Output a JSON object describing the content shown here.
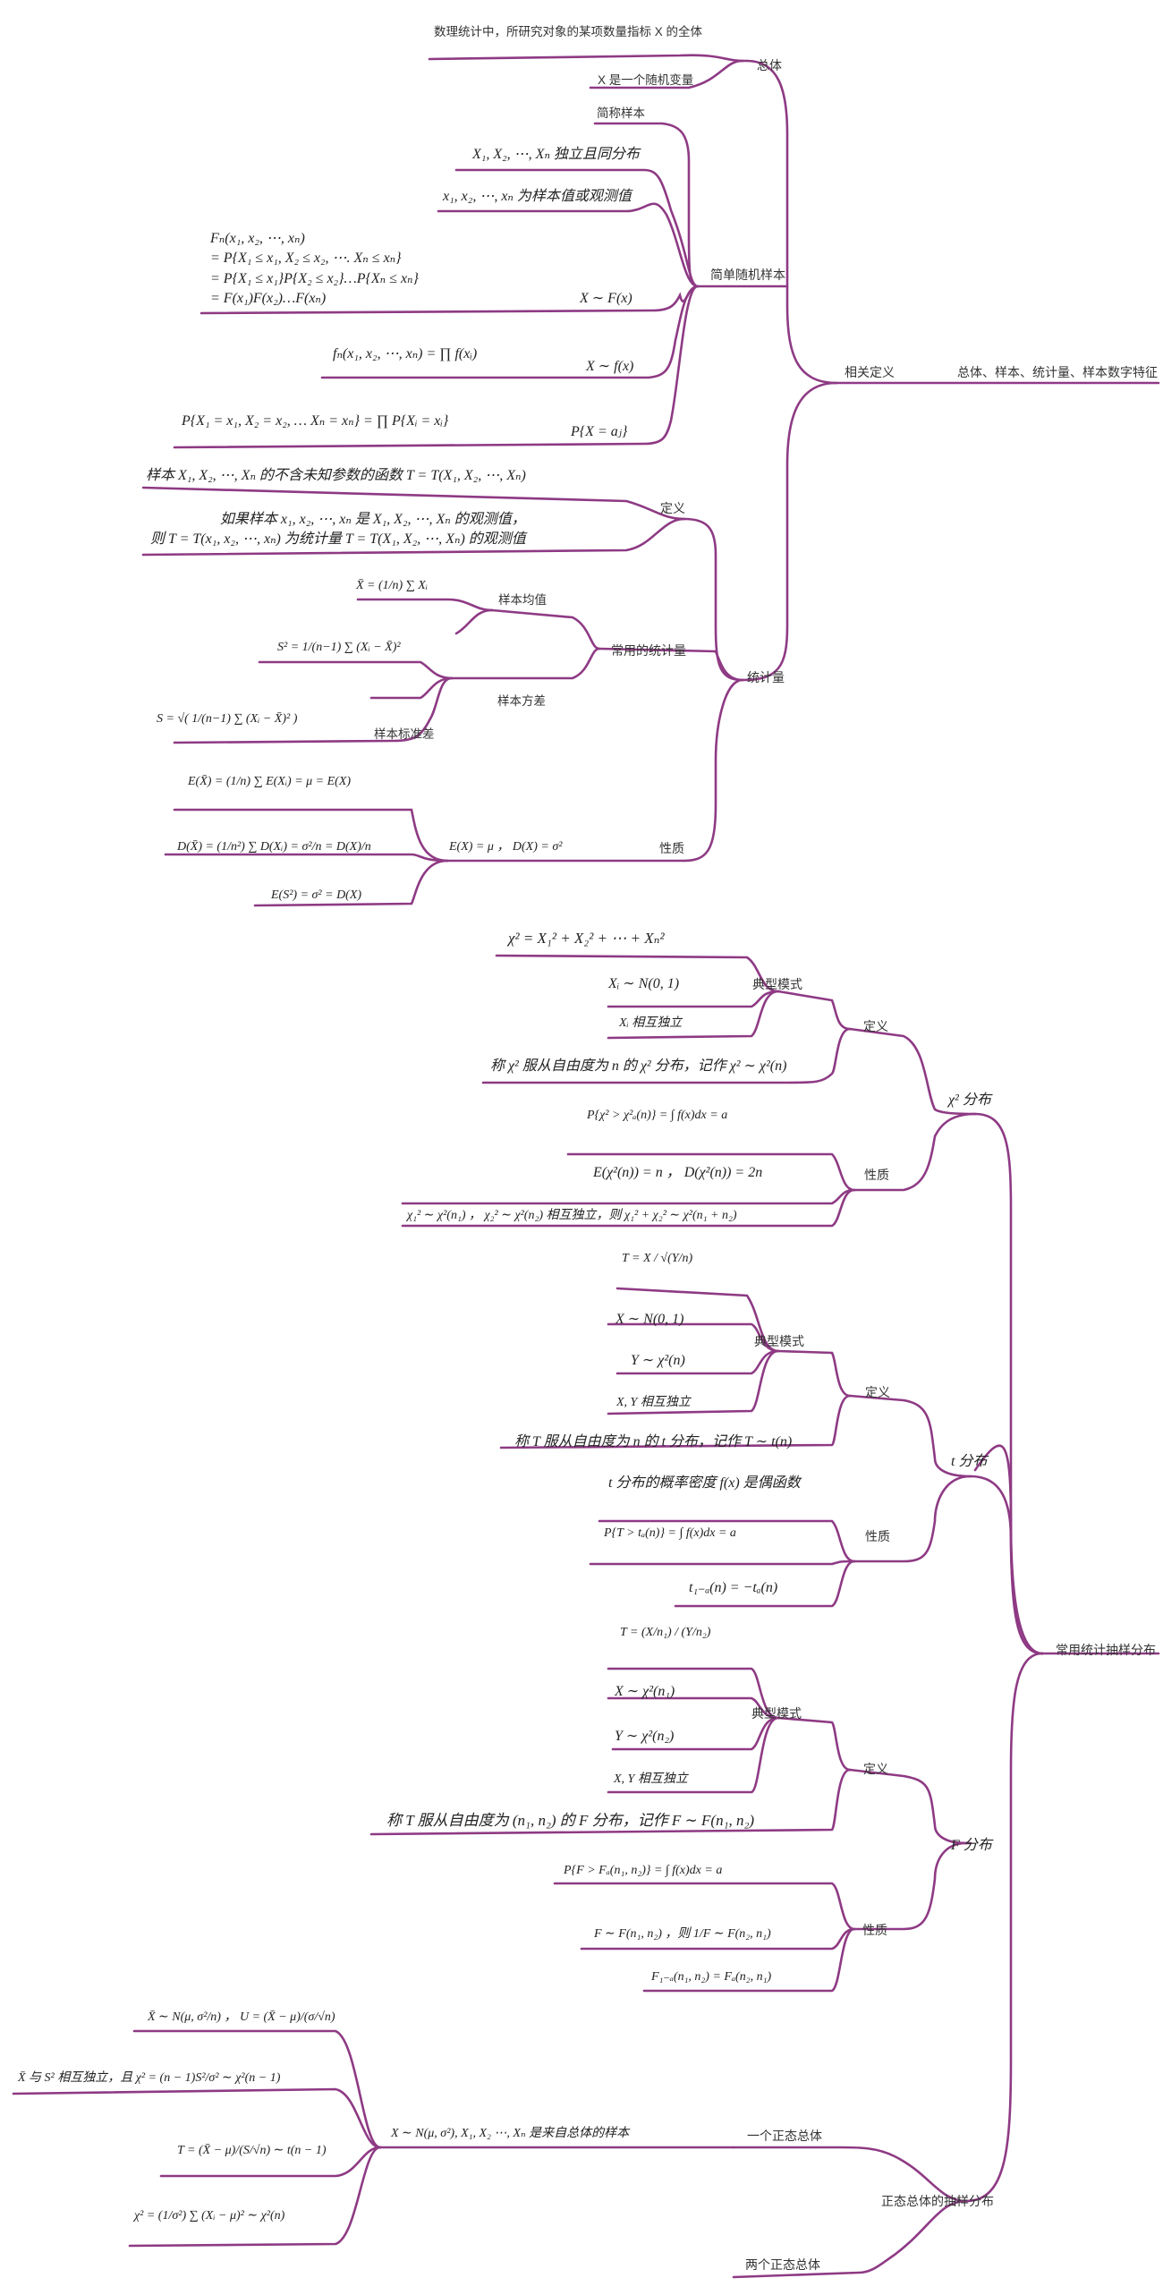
{
  "theme": {
    "line_color": "#8e3a84",
    "text_color": "#333333"
  },
  "top": {
    "root_label": "总体、样本、统计量、样本数字特征",
    "related_def": "相关定义",
    "population": "总体",
    "population_desc": "数理统计中，所研究对象的某项数量指标 X 的全体",
    "random_var": "X 是一个随机变量",
    "simple_sample": "简单随机样本",
    "sample_short": "简称样本",
    "iid": "X₁, X₂, ⋯, Xₙ 独立且同分布",
    "obs": "x₁, x₂, ⋯, xₙ 为样本值或观测值",
    "joint_cdf": "Fₙ(x₁, x₂, ⋯, xₙ)\n= P{X₁ ≤ x₁, X₂ ≤ x₂, ⋯. Xₙ ≤ xₙ}\n= P{X₁ ≤ x₁}P{X₂ ≤ x₂}…P{Xₙ ≤ xₙ}\n= F(x₁)F(x₂)…F(xₙ)",
    "x_F": "X ∼ F(x)",
    "joint_pdf": "fₙ(x₁, x₂, ⋯, xₙ) = ∏ f(xᵢ)",
    "x_f": "X ∼ f(x)",
    "joint_pmf": "P{X₁ = x₁, X₂ = x₂, … Xₙ = xₙ} = ∏ P{Xᵢ = xᵢ}",
    "x_p": "P{X = aⱼ}",
    "statistic": "统计量",
    "definition": "定义",
    "stat_def1": "样本 X₁, X₂, ⋯, Xₙ 的不含未知参数的函数 T = T(X₁, X₂, ⋯, Xₙ)",
    "stat_def2": "如果样本 x₁, x₂, ⋯, xₙ 是 X₁, X₂, ⋯, Xₙ 的观测值，\n则 T = T(x₁, x₂, ⋯, xₙ) 为统计量 T = T(X₁, X₂, ⋯, Xₙ) 的观测值",
    "common_stats": "常用的统计量",
    "sample_mean": "样本均值",
    "mean_formula": "X̄ = (1/n) ∑ Xᵢ",
    "sample_var": "样本方差",
    "var_formula": "S² = 1/(n−1) ∑ (Xᵢ − X̄)²",
    "sample_sd": "样本标准差",
    "sd_formula": "S = √( 1/(n−1) ∑ (Xᵢ − X̄)² )",
    "property": "性质",
    "prop_head": "E(X) = μ ， D(X) = σ²",
    "prop1": "E(X̄) = (1/n) ∑ E(Xᵢ) = μ = E(X)",
    "prop2": "D(X̄) = (1/n²) ∑ D(Xᵢ) = σ²/n = D(X)/n",
    "prop3": "E(S²) = σ² = D(X)"
  },
  "bottom": {
    "sampling": "常用统计抽样分布",
    "chi": {
      "title": "χ² 分布",
      "definition": "定义",
      "typical": "典型模式",
      "f1": "χ² = X₁² + X₂² + ⋯ + Xₙ²",
      "f2": "Xᵢ ∼ N(0, 1)",
      "f3": "Xᵢ 相互独立",
      "called": "称 χ² 服从自由度为 n 的 χ² 分布，记作 χ² ∼ χ²(n)",
      "property": "性质",
      "p1": "P{χ² > χ²ₐ(n)} = ∫ f(x)dx = a",
      "p2": "E(χ²(n)) = n ， D(χ²(n)) = 2n",
      "p3": "χ₁² ∼ χ²(n₁) ， χ₂² ∼ χ²(n₂) 相互独立，则 χ₁² + χ₂² ∼ χ²(n₁ + n₂)"
    },
    "t": {
      "title": "t 分布",
      "definition": "定义",
      "typical": "典型模式",
      "f1": "T = X / √(Y/n)",
      "f2": "X ∼ N(0, 1)",
      "f3": "Y ∼ χ²(n)",
      "f4": "X, Y 相互独立",
      "called": "称 T 服从自由度为 n 的 t 分布，记作 T ∼ t(n)",
      "property": "性质",
      "p1": "t 分布的概率密度 f(x) 是偶函数",
      "p2": "P{T > tₐ(n)} = ∫ f(x)dx = a",
      "p3": "t₁₋ₐ(n) = −tₐ(n)"
    },
    "f": {
      "title": "F 分布",
      "definition": "定义",
      "typical": "典型模式",
      "f1": "T = (X/n₁) / (Y/n₂)",
      "f2": "X ∼ χ²(n₁)",
      "f3": "Y ∼ χ²(n₂)",
      "f4": "X, Y 相互独立",
      "called": "称 T 服从自由度为 (n₁, n₂) 的 F 分布，记作 F ∼ F(n₁, n₂)",
      "property": "性质",
      "p1": "P{F > Fₐ(n₁, n₂)} = ∫ f(x)dx = a",
      "p2": "F ∼ F(n₁, n₂) ，则 1/F ∼ F(n₂, n₁)",
      "p3": "F₁₋ₐ(n₁, n₂) = Fₐ(n₂, n₁)"
    },
    "normal": {
      "title": "正态总体的抽样分布",
      "one": "一个正态总体",
      "two": "两个正态总体",
      "head": "X ∼ N(μ, σ²), X₁, X₂ ⋯, Xₙ 是来自总体的样本",
      "r1": "X̄ ∼ N(μ, σ²/n) ， U = (X̄ − μ)/(σ/√n)",
      "r2": "X̄ 与 S² 相互独立，且 χ² = (n − 1)S²/σ² ∼ χ²(n − 1)",
      "r3": "T = (X̄ − μ)/(S/√n) ∼ t(n − 1)",
      "r4": "χ² = (1/σ²) ∑ (Xᵢ − μ)² ∼ χ²(n)"
    }
  }
}
